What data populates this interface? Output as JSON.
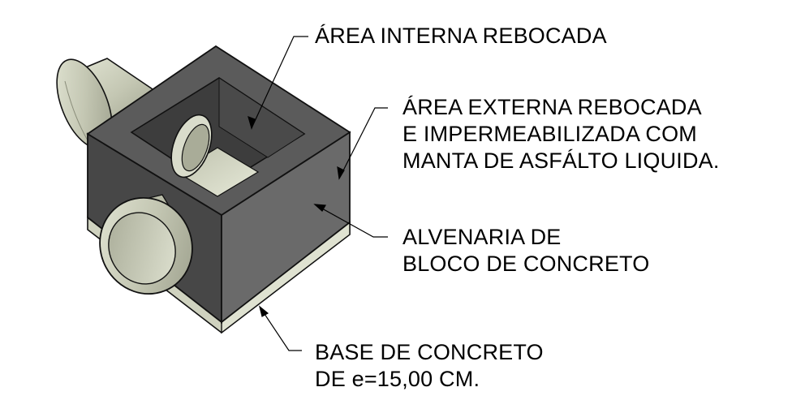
{
  "labels": {
    "internal": {
      "lines": [
        "ÁREA INTERNA REBOCADA"
      ]
    },
    "external": {
      "lines": [
        "ÁREA EXTERNA REBOCADA",
        "E IMPERMEABILIZADA COM",
        "MANTA DE ASFÁLTO LIQUIDA."
      ]
    },
    "masonry": {
      "lines": [
        "ALVENARIA DE",
        "BLOCO DE CONCRETO"
      ]
    },
    "base": {
      "lines": [
        "BASE DE CONCRETO",
        "DE e=15,00 CM."
      ]
    }
  },
  "colors": {
    "block_top": "#5e5e5e",
    "block_front": "#6d6d6d",
    "block_side": "#3a3a3a",
    "concrete_light": "#d9dccb",
    "concrete_mid": "#b9bca8",
    "concrete_dark": "#8f927f",
    "outline": "#111111",
    "text": "#000000"
  }
}
